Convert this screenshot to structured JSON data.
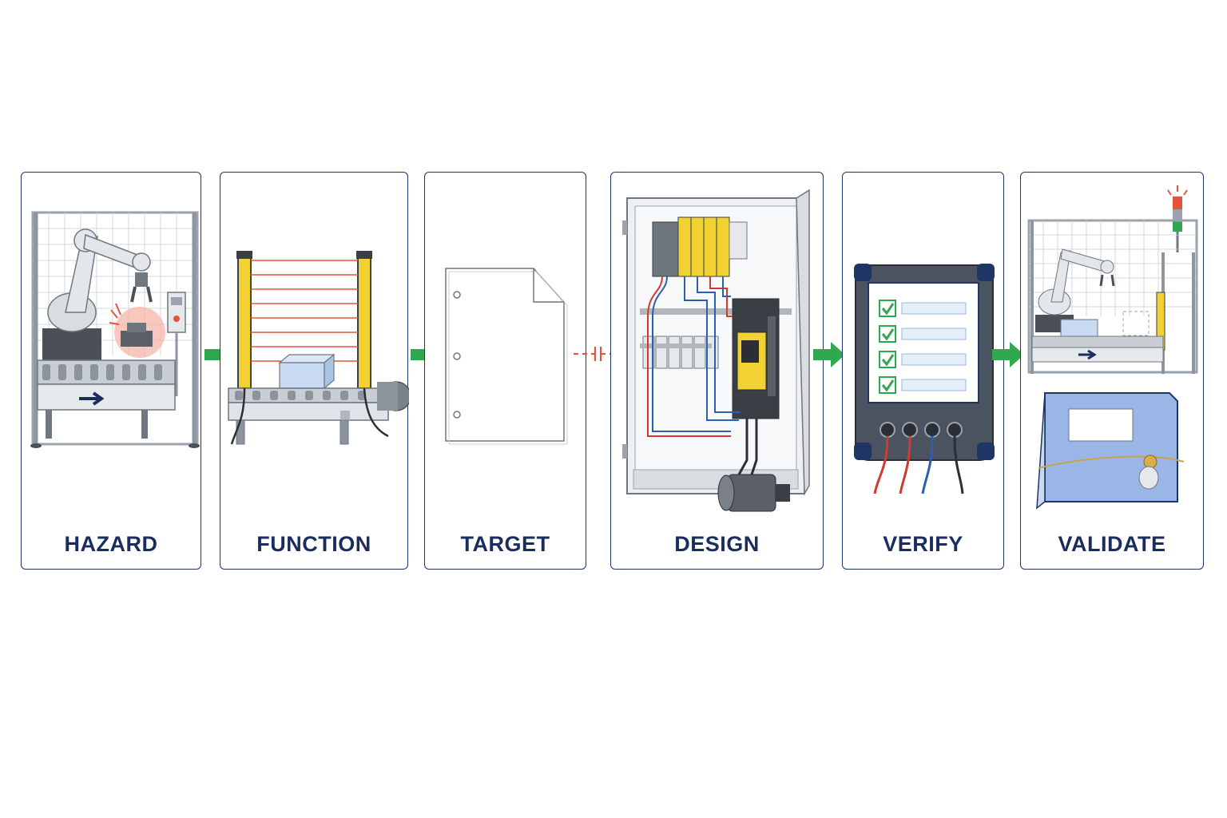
{
  "steps": [
    {
      "label": "HAZARD",
      "icon": "robot-cell-hazard-icon"
    },
    {
      "label": "FUNCTION",
      "icon": "light-curtain-conveyor-icon"
    },
    {
      "label": "TARGET",
      "icon": "blank-document-icon"
    },
    {
      "label": "DESIGN",
      "icon": "control-cabinet-icon"
    },
    {
      "label": "VERIFY",
      "icon": "checklist-tester-icon"
    },
    {
      "label": "VALIDATE",
      "icon": "guarded-cell-sealed-binder-icon"
    }
  ],
  "connectors": [
    "arrow",
    "arrow",
    "broken-link",
    "arrow",
    "arrow"
  ],
  "colors": {
    "border": "#1f3566",
    "label": "#1b2d5e",
    "arrow": "#2fa84f",
    "break": "#e2553b",
    "safety_yellow": "#f2d233",
    "beam": "#e2553b"
  }
}
